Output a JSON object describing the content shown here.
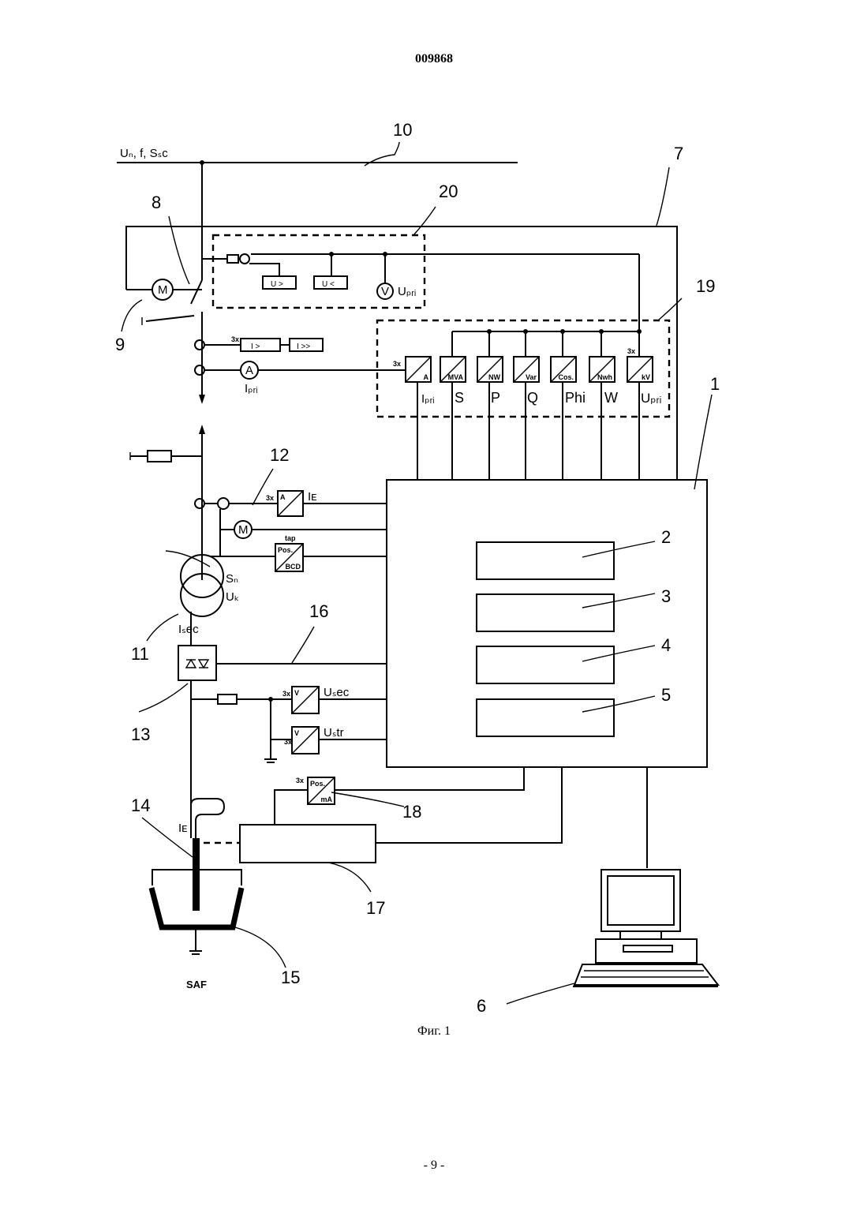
{
  "header": {
    "doc_number": "009868"
  },
  "caption": "Фиг. 1",
  "footer": {
    "page": "- 9 -"
  },
  "diagram": {
    "supply_label": "Uₙ, f, Sₛc",
    "callouts": [
      "10",
      "7",
      "20",
      "8",
      "19",
      "9",
      "1",
      "12",
      "2",
      "3",
      "11",
      "16",
      "4",
      "13",
      "5",
      "14",
      "18",
      "17",
      "15",
      "6"
    ],
    "converter_labels": {
      "ipri": "Iₚᵣᵢ",
      "s": "S",
      "p": "P",
      "q": "Q",
      "phi": "Phi",
      "w": "W",
      "upri": "Uₚᵣᵢ"
    },
    "converter_units": [
      "A",
      "MVA",
      "NW",
      "Var",
      "Cos.",
      "Nwh",
      "kV"
    ],
    "protection": {
      "overvoltage": "U >",
      "undervoltage": "U <",
      "overcurrent": "I >",
      "overcurrent_high": "I >>"
    },
    "instruments": {
      "voltmeter": "V",
      "ammeter": "A",
      "motor": "M",
      "primary_voltage": "Uₚᵣᵢ",
      "primary_current": "Iₚᵣᵢ",
      "electrode_current": "Iᴇ",
      "rated_power": "Sₙ",
      "short_circuit_voltage": "Uₖ",
      "secondary_current": "Iₛec",
      "secondary_voltage": "Uₛec",
      "star_voltage": "Uₛtr",
      "tap_label": "tap",
      "tap_pos": "Pos.",
      "tap_bcd": "BCD",
      "electrode_pos": "Pos.",
      "electrode_ma": "mA",
      "multiplier": "3x",
      "furnace": "SAF"
    }
  }
}
